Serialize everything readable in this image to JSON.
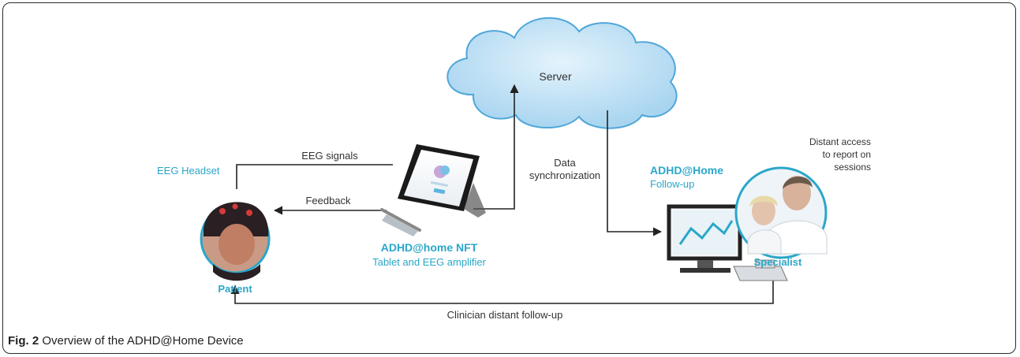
{
  "diagram": {
    "server_label": "Server",
    "eeg_signals_label": "EEG signals",
    "feedback_label": "Feedback",
    "data_sync_line1": "Data",
    "data_sync_line2": "synchronization",
    "eeg_headset_label": "EEG Headset",
    "patient_label": "Patient",
    "tablet_title": "ADHD@home NFT",
    "tablet_subtitle": "Tablet and EEG amplifier",
    "followup_title_line1": "ADHD@Home",
    "followup_title_line2": "Follow-up",
    "distant_access_line1": "Distant access",
    "distant_access_line2": "to report on",
    "distant_access_line3": "sessions",
    "specialist_label": "Specialist",
    "clinician_followup_label": "Clinician distant follow-up"
  },
  "caption": {
    "label": "Fig. 2",
    "text": "Overview of the ADHD@Home Device"
  },
  "colors": {
    "accent": "#2aa7c9",
    "cloud_fill": "#b8dcf2",
    "cloud_stroke": "#4fa6d9",
    "line": "#222222"
  }
}
